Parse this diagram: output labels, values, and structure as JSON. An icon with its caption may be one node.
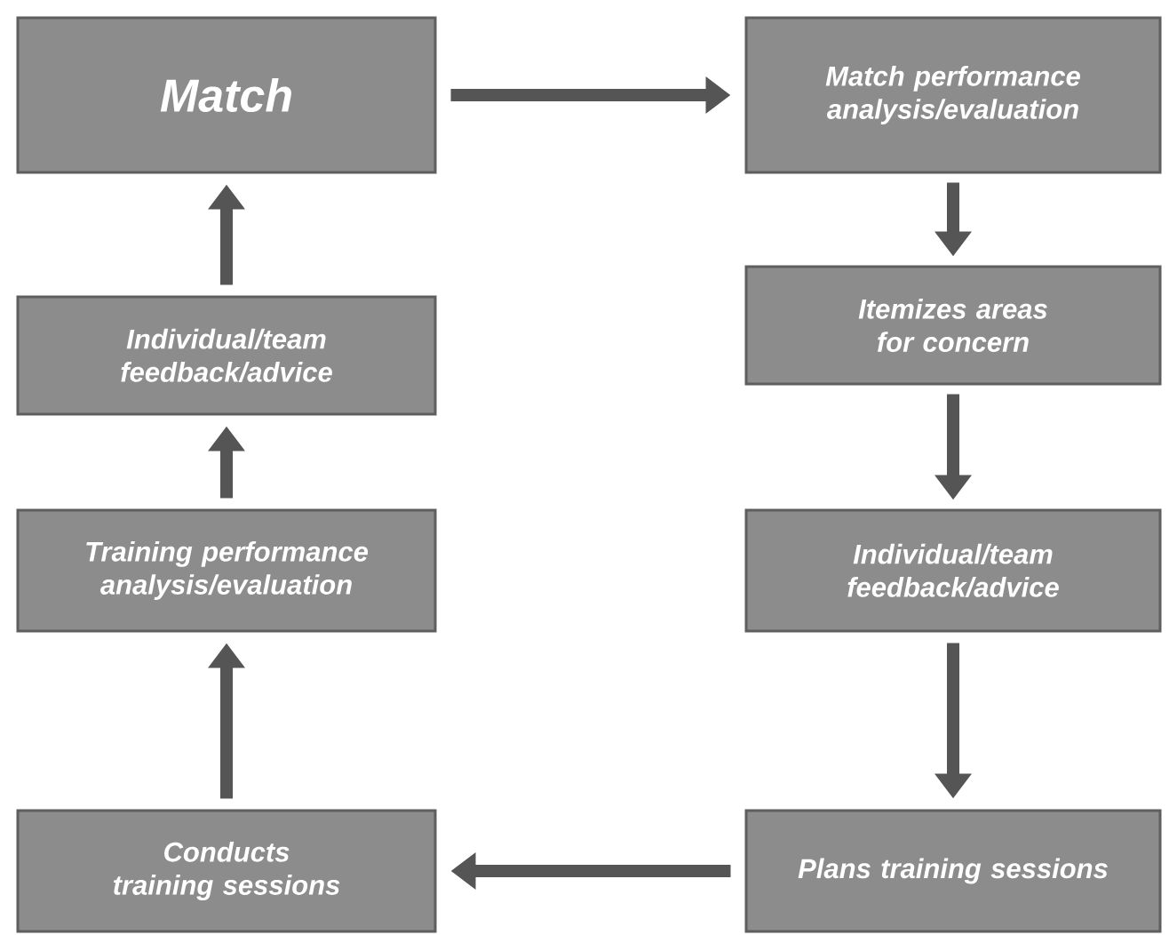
{
  "diagram": {
    "nodes": [
      {
        "text": [
          "Match"
        ]
      },
      {
        "text": [
          "Match performance analysis/evaluation"
        ]
      },
      {
        "text": [
          "Individual/team feedback/advice"
        ]
      },
      {
        "text": [
          "Itemizes areas for concern"
        ]
      },
      {
        "text": [
          "Training performance analysis/evaluation"
        ]
      },
      {
        "text": [
          "Individual/team feedback/advice"
        ]
      },
      {
        "text": [
          "Conducts training sessions"
        ]
      },
      {
        "text": [
          "Plans training sessions"
        ]
      }
    ],
    "edges": [
      {
        "from": 0,
        "to": 1,
        "arrow": "to"
      },
      {
        "from": 1,
        "to": 3,
        "arrow": "to"
      },
      {
        "from": 3,
        "to": 5,
        "arrow": "to"
      },
      {
        "from": 5,
        "to": 7,
        "arrow": "to"
      },
      {
        "from": 7,
        "to": 6,
        "arrow": "to"
      },
      {
        "from": 6,
        "to": 4,
        "arrow": "to"
      },
      {
        "from": 4,
        "to": 2,
        "arrow": "to"
      },
      {
        "from": 2,
        "to": 0,
        "arrow": "to"
      }
    ]
  }
}
